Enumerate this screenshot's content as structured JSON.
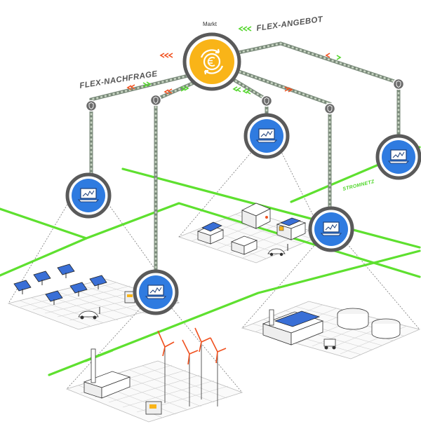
{
  "labels": {
    "market": "Markt",
    "flex_offer": "FLEX-ANGEBOT",
    "flex_demand": "FLEX-NACHFRAGE",
    "grid": "STROMNETZ"
  },
  "icons": {
    "market_hub": "euro-cycle-icon",
    "shield": "shield-icon",
    "laptop": "laptop-chart-icon"
  },
  "colors": {
    "grid_line": "#5ee02f",
    "market_hub": "#f9b418",
    "node_blue": "#2f7be0",
    "ring_gray": "#5a5a5a",
    "arrow_red": "#f0501e",
    "arrow_green": "#52d62a",
    "cable": "#7a8a7a"
  },
  "sites": [
    {
      "name": "solar-park"
    },
    {
      "name": "residential-area"
    },
    {
      "name": "wind-farm"
    },
    {
      "name": "biogas-plant"
    }
  ]
}
